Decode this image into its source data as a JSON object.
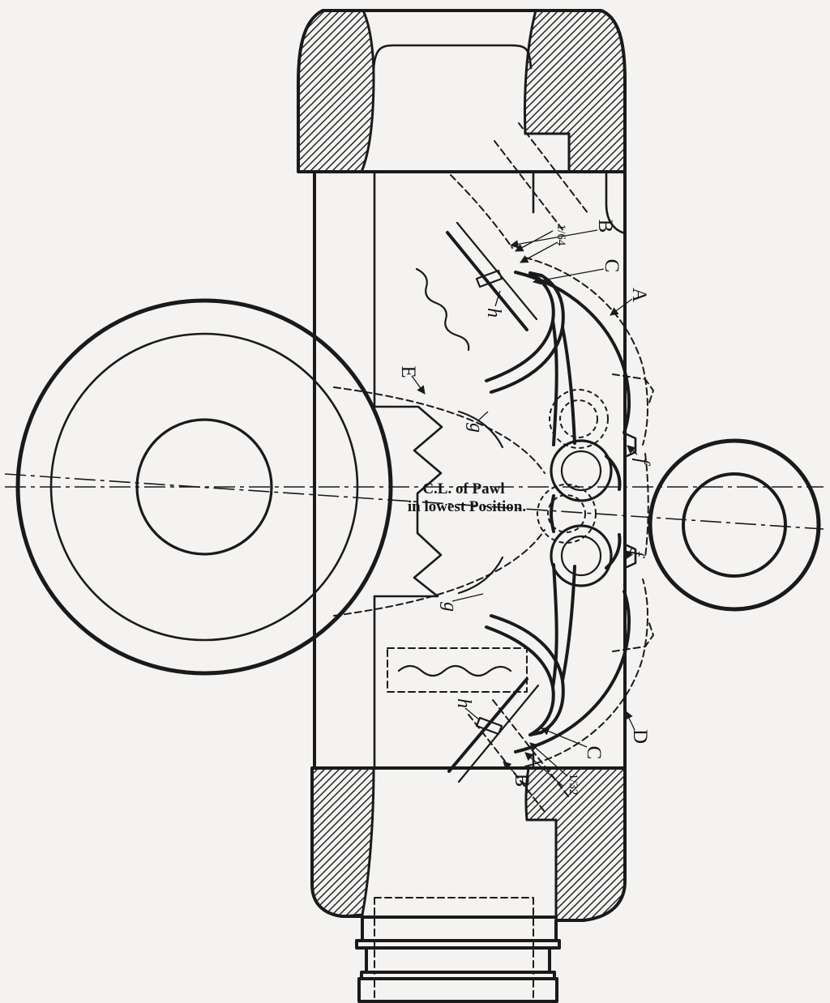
{
  "figure": {
    "background": "#f4f3f1",
    "ink": "#1a1a1a",
    "description": "Sectional engineering drawing of a winch drum with ratchet pawl mechanism"
  },
  "labels": {
    "a": "A",
    "b_top": "B",
    "c_top": "C",
    "d": "D",
    "e": "E",
    "b_bottom": "B",
    "c_bottom": "C",
    "f_upper": "f",
    "f_lower": "f",
    "g_upper": "g",
    "g_lower": "g",
    "h_upper": "h",
    "h_lower": "h",
    "dim_upper": "1/64",
    "dim_lower": "1/32",
    "note_line1": "C.L. of Pawl",
    "note_line2": "in lowest Position."
  }
}
